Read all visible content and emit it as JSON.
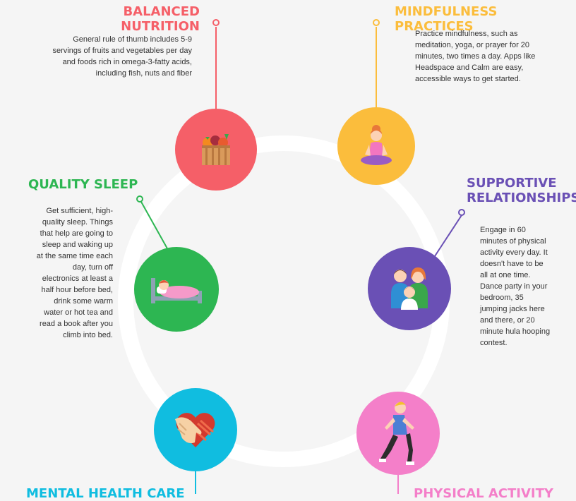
{
  "balanced_nutrition": {
    "title": "BALANCED NUTRITION",
    "text": "General rule of thumb includes 5-9 servings of fruits and vegetables per day and foods rich in omega-3-fatty acids, including fish, nuts and fiber",
    "color": "#f55f68",
    "icon": "crate-icon"
  },
  "mindfulness_practices": {
    "title": "MINDFULNESS PRACTICES",
    "text": "Practice mindfulness, such as meditation, yoga, or prayer for 20 minutes, two times a day. Apps like Headspace and Calm are easy, accessible ways to get started.",
    "color": "#fbbd3c",
    "icon": "meditation-icon"
  },
  "quality_sleep": {
    "title": "QUALITY SLEEP",
    "text": "Get sufficient, high-quality sleep. Things that help are going to sleep and waking up at the same time each day, turn off electronics at least a half hour before bed, drink some warm water or hot tea and read a book after you climb into bed.",
    "color": "#2db652",
    "icon": "sleeping-icon"
  },
  "supportive_relationships": {
    "title": "SUPPORTIVE\nRELATIONSHIPS",
    "text": "Engage in 60 minutes of physical activity every day. It doesn't have to be all at one time. Dance party in your bedroom, 35 jumping jacks here and there,  or 20 minute hula hooping contest.",
    "color": "#6a50b5",
    "icon": "family-icon"
  },
  "mental_health_care": {
    "title": "MENTAL HEALTH CARE",
    "color": "#10bde0",
    "icon": "heart-hand-icon"
  },
  "physical_activity": {
    "title": "PHYSICAL ACTIVITY",
    "color": "#f47fc9",
    "icon": "runner-icon"
  }
}
